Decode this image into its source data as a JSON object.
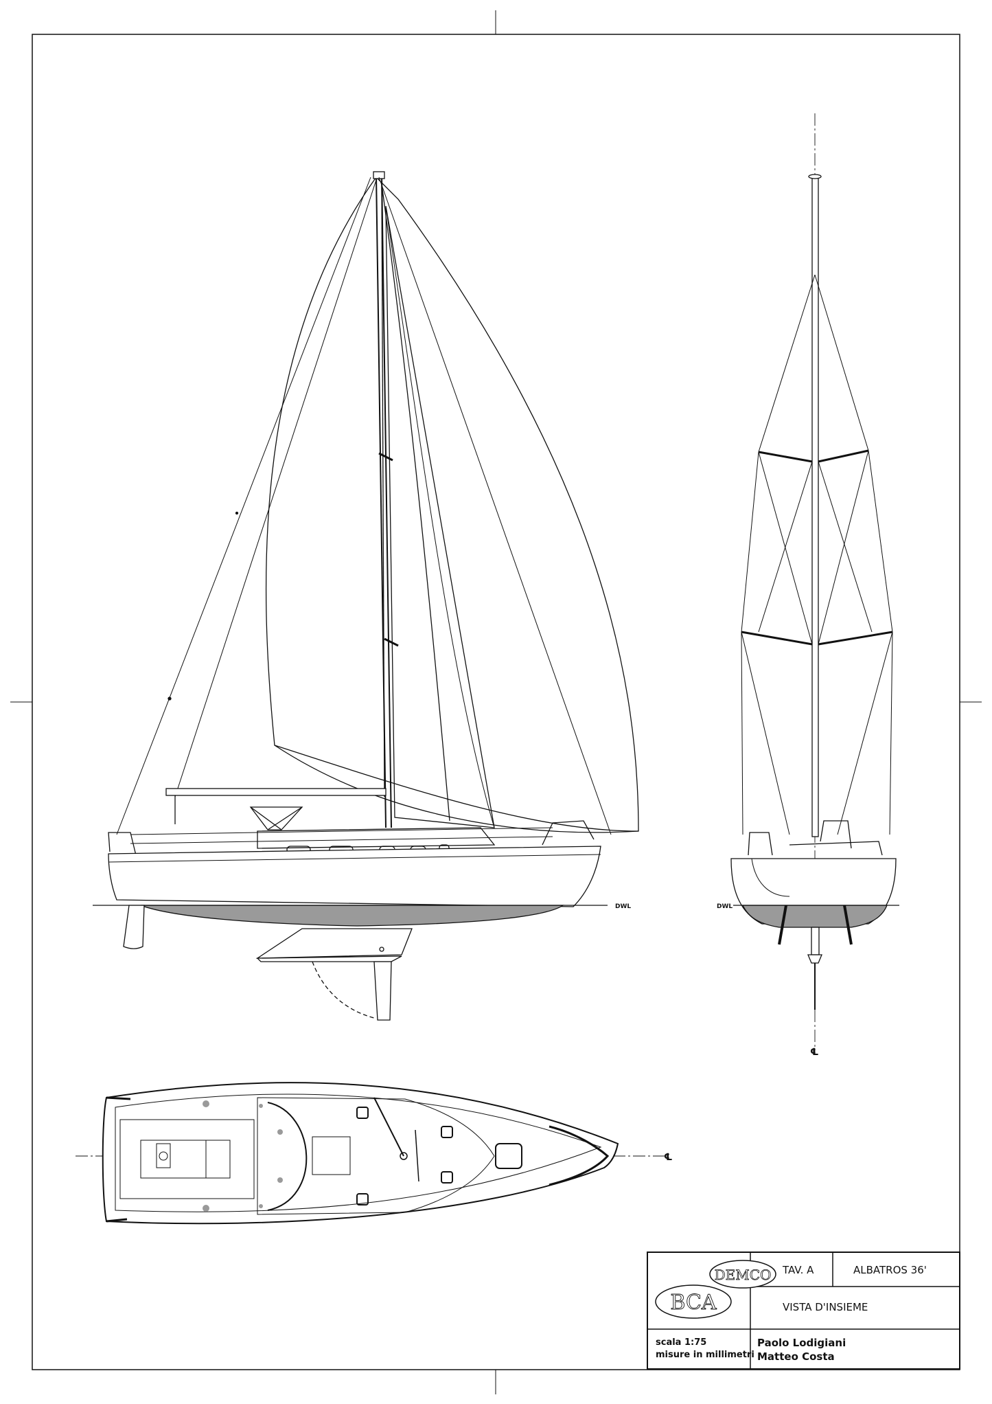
{
  "title_block": {
    "logo_top": "DEMCO",
    "logo_bottom": "BCA",
    "sheet": "TAV. A",
    "boat_name": "ALBATROS 36'",
    "view_title": "VISTA D'INSIEME",
    "scale": "scala 1:75",
    "units": "misure in millimetri",
    "designer_1": "Paolo Lodigiani",
    "designer_2": "Matteo Costa"
  },
  "labels": {
    "waterline_side": "DWL",
    "waterline_front": "DWL",
    "centerline_front": "℄",
    "centerline_plan": "℄"
  },
  "colors": {
    "line": "#111111",
    "underwater_fill": "#9a9a9a"
  }
}
